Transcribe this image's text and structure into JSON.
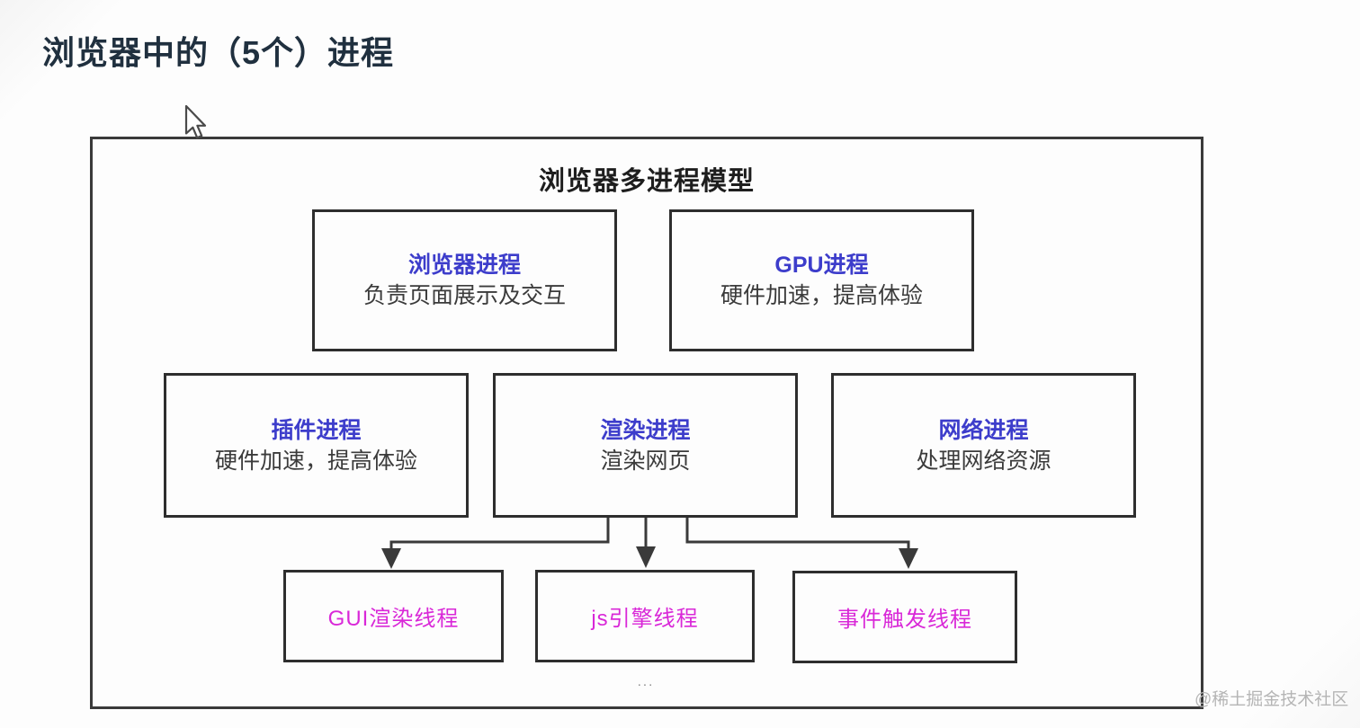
{
  "page": {
    "title": "浏览器中的（5个）进程",
    "watermark": "@稀土掘金技术社区",
    "ellipsis": "..."
  },
  "diagram": {
    "title": "浏览器多进程模型",
    "colors": {
      "process_name_accent": "#3d3dcb",
      "thread_name_accent": "#d928d8",
      "page_title": "#20303f",
      "box_border": "#2e2e2e"
    },
    "processes": [
      {
        "name": "浏览器进程",
        "desc": "负责页面展示及交互"
      },
      {
        "name": "GPU进程",
        "desc": "硬件加速，提高体验"
      },
      {
        "name": "插件进程",
        "desc": "硬件加速，提高体验"
      },
      {
        "name": "渲染进程",
        "desc": "渲染网页"
      },
      {
        "name": "网络进程",
        "desc": "处理网络资源"
      }
    ],
    "threads": [
      {
        "name": "GUI渲染线程"
      },
      {
        "name": "js引擎线程"
      },
      {
        "name": "事件触发线程"
      }
    ]
  }
}
